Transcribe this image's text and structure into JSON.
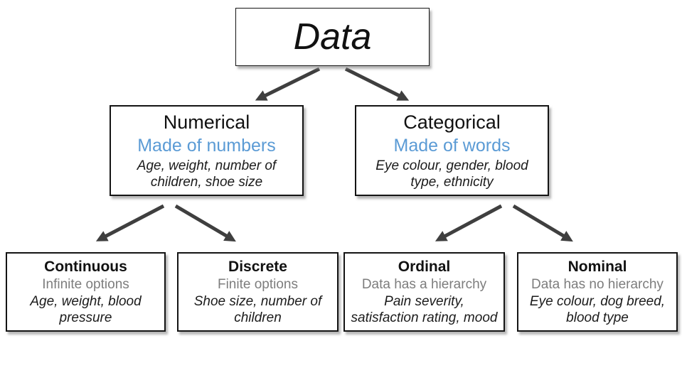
{
  "colors": {
    "accent_blue": "#5b9bd5",
    "subtext_gray": "#7d7d7d",
    "arrow": "#3f3f3f"
  },
  "nodes": {
    "data": {
      "title": "Data"
    },
    "numerical": {
      "title": "Numerical",
      "subtitle": "Made of numbers",
      "examples": "Age, weight, number of children, shoe size"
    },
    "categorical": {
      "title": "Categorical",
      "subtitle": "Made of words",
      "examples": "Eye colour, gender, blood type, ethnicity"
    },
    "continuous": {
      "title": "Continuous",
      "subtitle": "Infinite options",
      "examples": "Age, weight, blood pressure"
    },
    "discrete": {
      "title": "Discrete",
      "subtitle": "Finite options",
      "examples": "Shoe size, number of children"
    },
    "ordinal": {
      "title": "Ordinal",
      "subtitle": "Data has a hierarchy",
      "examples": "Pain severity, satisfaction rating, mood"
    },
    "nominal": {
      "title": "Nominal",
      "subtitle": "Data has no hierarchy",
      "examples": "Eye colour, dog breed, blood type"
    }
  }
}
